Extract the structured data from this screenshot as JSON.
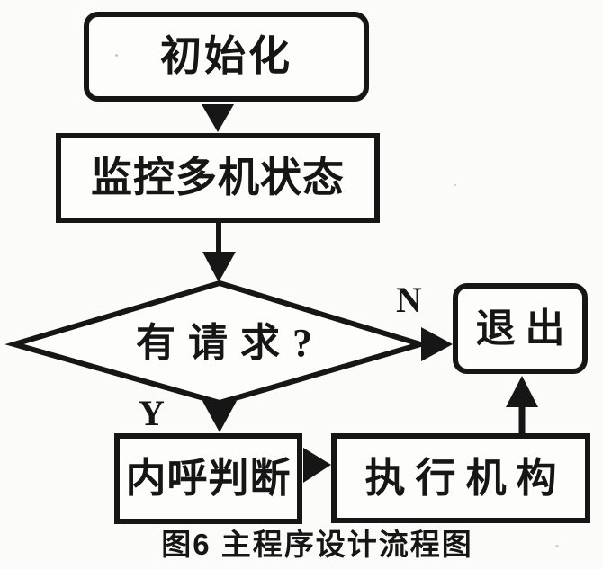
{
  "figure": {
    "caption": "图6 主程序设计流程图",
    "nodes": {
      "init": {
        "label": "初始化",
        "type": "rounded-terminal"
      },
      "monitor": {
        "label": "监控多机状态",
        "type": "process"
      },
      "decision": {
        "label": "有请求?",
        "type": "decision-diamond"
      },
      "exit": {
        "label": "退出",
        "type": "rounded-terminal"
      },
      "internal_call": {
        "label": "内呼判断",
        "type": "process"
      },
      "actuator": {
        "label": "执行机构",
        "type": "process"
      }
    },
    "branches": {
      "no": "N",
      "yes": "Y"
    },
    "colors": {
      "ink": "#161616",
      "paper": "#fbfbf9"
    }
  }
}
